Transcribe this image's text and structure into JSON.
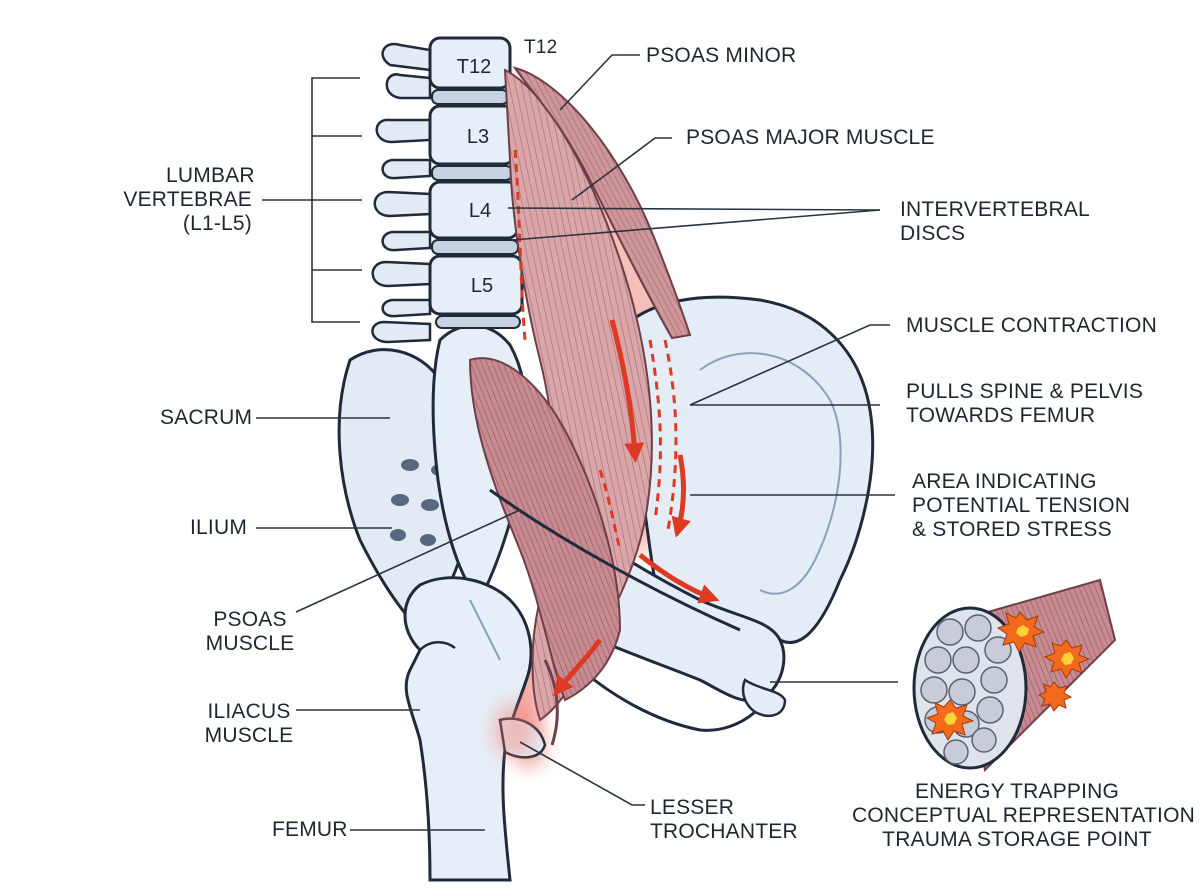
{
  "labels": {
    "t12_side": "T12",
    "psoas_minor": "PSOAS MINOR",
    "psoas_major": "PSOAS MAJOR MUSCLE",
    "intervertebral_discs": [
      "INTERVERTEBRAL",
      "DISCS"
    ],
    "muscle_contraction": "MUSCLE CONTRACTION",
    "pulls_spine": [
      "PULLS SPINE & PELVIS",
      "TOWARDS FEMUR"
    ],
    "area_tension": [
      "AREA INDICATING",
      "POTENTIAL TENSION",
      "& STORED STRESS"
    ],
    "lumbar_vertebrae": [
      "LUMBAR",
      "VERTEBRAE",
      "(L1-L5)"
    ],
    "sacrum": "SACRUM",
    "ilium": "ILIUM",
    "psoas_muscle": [
      "PSOAS",
      "MUSCLE"
    ],
    "iliacus_muscle": [
      "ILIACUS",
      "MUSCLE"
    ],
    "femur": "FEMUR",
    "lesser_trochanter": [
      "LESSER",
      "TROCHANTER"
    ],
    "energy_trapping": [
      "ENERGY TRAPPING",
      "CONCEPTUAL REPRESENTATION /",
      "TRAUMA STORAGE POINT"
    ]
  },
  "vertebrae": [
    "T12",
    "L3",
    "L4",
    "L5"
  ],
  "colors": {
    "bone_fill": "#e3ebf5",
    "bone_stroke": "#1f2a3a",
    "muscle_fill": "#d6a0a3",
    "muscle_stripe": "#a86b74",
    "tension_glow": "#f2a59b",
    "arrow_red": "#dc3a22",
    "leader_line": "#2a3440",
    "burst_orange": "#f36a1c",
    "burst_yellow": "#ffd23a"
  }
}
